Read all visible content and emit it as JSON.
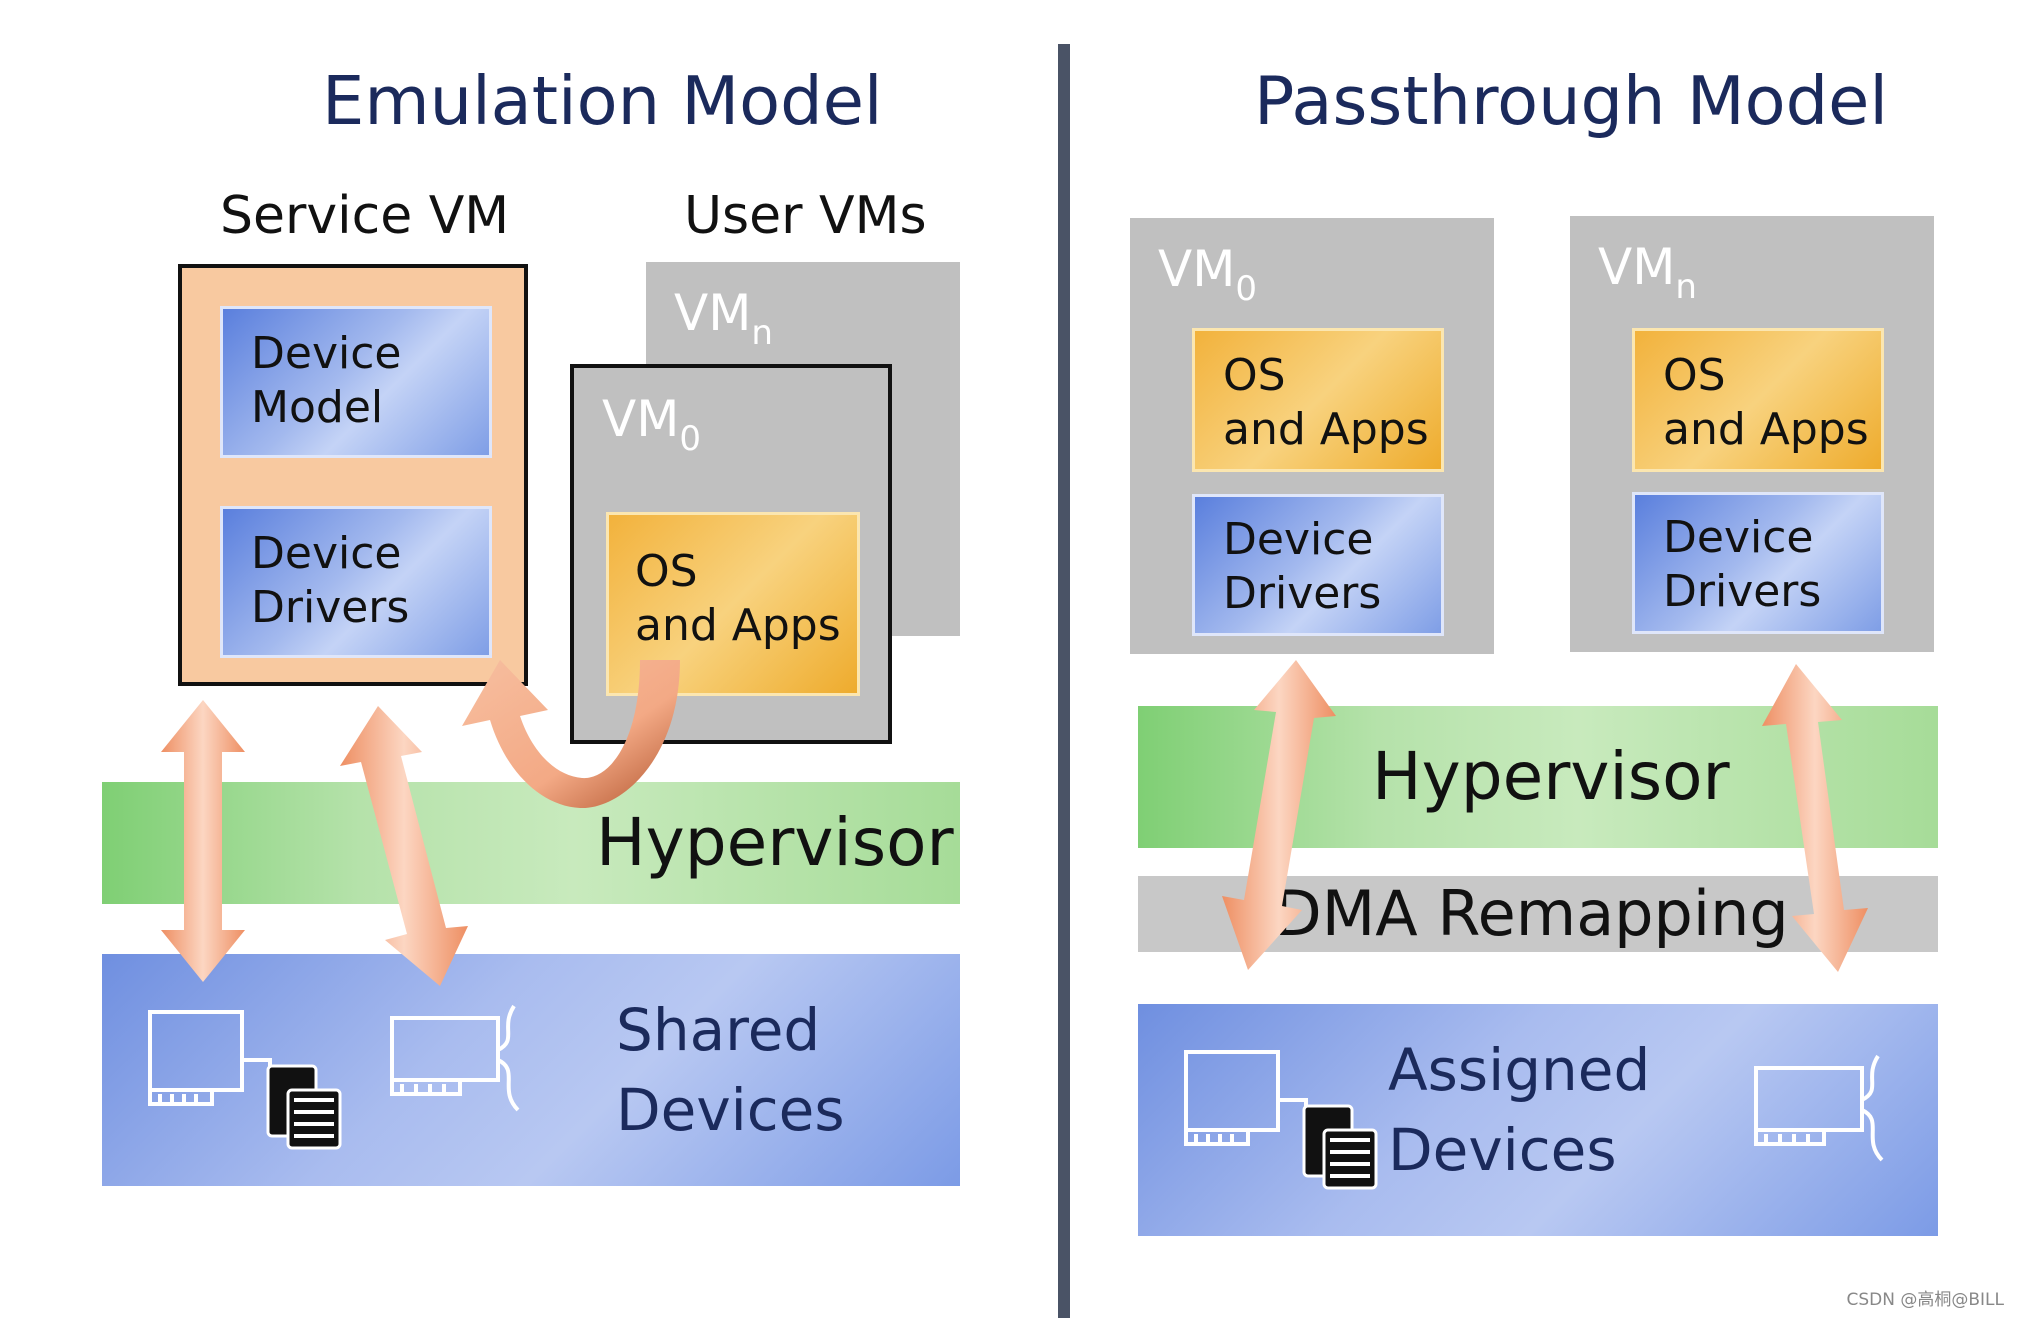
{
  "left": {
    "title": "Emulation Model",
    "service_vm_label": "Service VM",
    "user_vms_label": "User VMs",
    "device_model": "Device\nModel",
    "device_drivers": "Device\nDrivers",
    "vm_n": "VM",
    "vm_n_sub": "n",
    "vm_0": "VM",
    "vm_0_sub": "0",
    "os_apps": "OS\nand Apps",
    "hypervisor": "Hypervisor",
    "shared_devices": "Shared\nDevices"
  },
  "right": {
    "title": "Passthrough Model",
    "vm_0": "VM",
    "vm_0_sub": "0",
    "vm_n": "VM",
    "vm_n_sub": "n",
    "os_apps_0": "OS\nand Apps",
    "os_apps_n": "OS\nand Apps",
    "device_drivers_0": "Device\nDrivers",
    "device_drivers_n": "Device\nDrivers",
    "hypervisor": "Hypervisor",
    "dma_remapping": "DMA Remapping",
    "assigned_devices": "Assigned\nDevices"
  },
  "watermark": "CSDN @高桐@BILL",
  "colors": {
    "title": "#1b2a5c",
    "divider": "#4a5366",
    "arrow": "#f2a27e",
    "service_vm_bg": "#f8c9a0",
    "hypervisor_green": "#9fd88f",
    "vm_gray": "#c0c0c0"
  },
  "icons": [
    "nic-card-icon",
    "storage-stack-icon",
    "nic-card-cable-icon"
  ]
}
